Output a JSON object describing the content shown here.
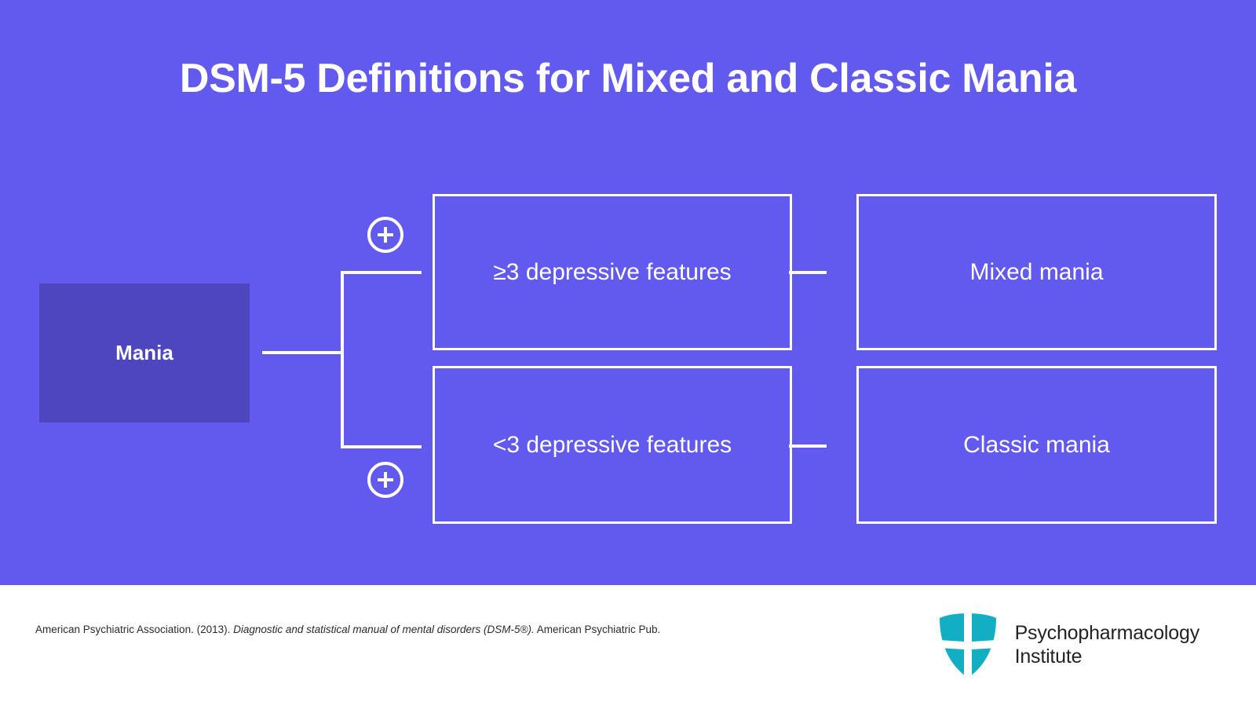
{
  "slide": {
    "title": "DSM-5 Definitions for Mixed and Classic Mania",
    "background_color": "#6259EF",
    "footer_background_color": "#FFFFFF"
  },
  "diagram": {
    "type": "flowchart",
    "root": {
      "label": "Mania",
      "fill_color": "#4D46BE",
      "text_color": "#FFFFFF"
    },
    "branches": [
      {
        "operator_icon": "plus-circle-icon",
        "criterion": "≥3 depressive features",
        "outcome": "Mixed mania"
      },
      {
        "operator_icon": "plus-circle-icon",
        "criterion": "<3 depressive features",
        "outcome": "Classic mania"
      }
    ],
    "node_border_color": "#FFFFFF",
    "connector_color": "#FFFFFF"
  },
  "footer": {
    "citation": {
      "prefix": "American Psychiatric Association. (2013). ",
      "italic": "Diagnostic and statistical manual of mental disorders (DSM-5®).",
      "suffix": " American Psychiatric Pub."
    },
    "brand": {
      "logo_icon": "shield-quadrant-icon",
      "logo_color": "#12AFC4",
      "name": "Psychopharmacology\nInstitute"
    }
  }
}
